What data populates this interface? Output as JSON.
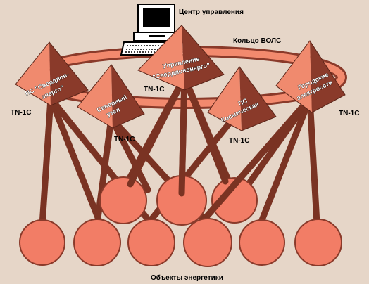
{
  "diagram": {
    "center_label": "Центр управления",
    "ring_label": "Кольцо ВОЛС",
    "objects_label": "Объекты энергетики",
    "pyramids": [
      {
        "id": "ps-energo",
        "lines": [
          "ПС \"Свердлов-",
          "энерго\""
        ],
        "tag": "TN-1C"
      },
      {
        "id": "north-node",
        "lines": [
          "Северный",
          "узел"
        ],
        "tag": "TN-1C"
      },
      {
        "id": "management",
        "lines": [
          "Управление",
          "\"Свердловэнерго\""
        ],
        "tag": "TN-1C"
      },
      {
        "id": "ps-kosmicheskaya",
        "lines": [
          "ПС",
          "Космическая"
        ],
        "tag": "TN-1C"
      },
      {
        "id": "city-grid",
        "lines": [
          "Городские",
          "электросети"
        ],
        "tag": "TN-1C"
      }
    ],
    "colors": {
      "background": "#e6d6c8",
      "pyramid_light": "#f08a6e",
      "pyramid_dark": "#8a3a2a",
      "circle_fill": "#f27d66",
      "line_color": "#7a3323",
      "ring_color": "#f28a6e"
    }
  }
}
